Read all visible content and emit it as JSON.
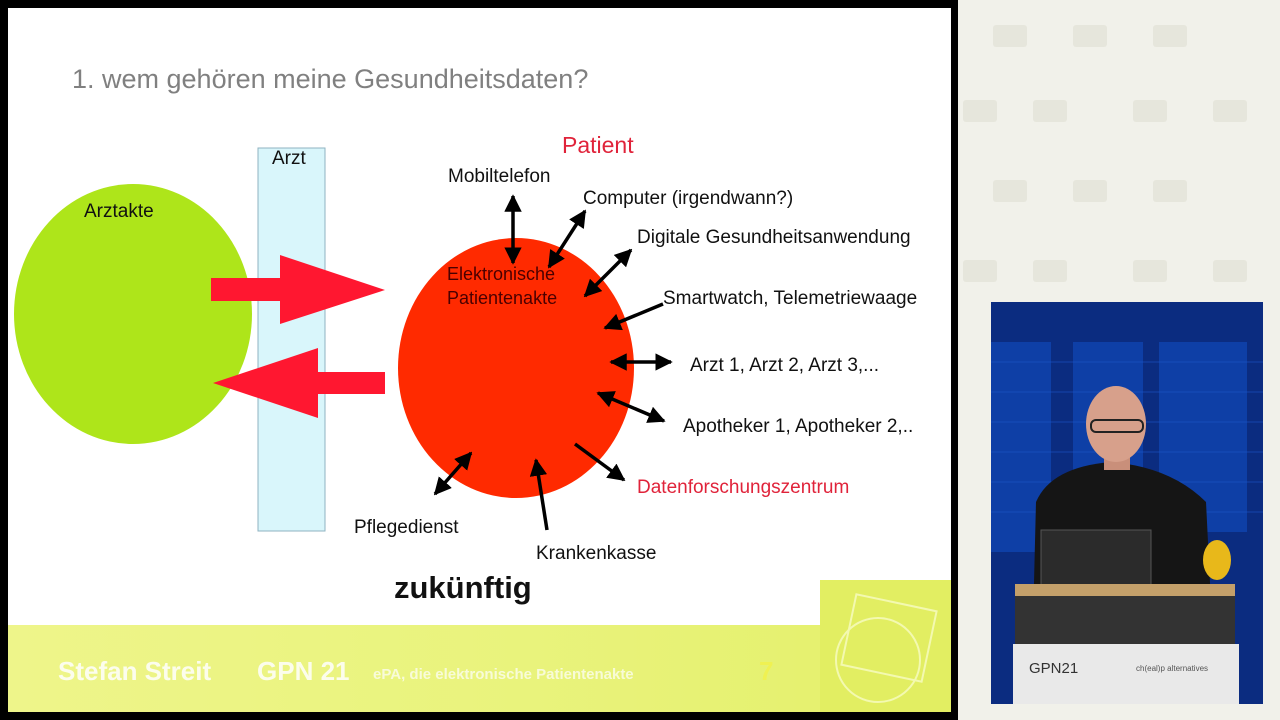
{
  "slide": {
    "title": "1. wem gehören meine Gesundheitsdaten?",
    "emphasis": "zukünftig",
    "footer": {
      "author": "Stefan Streit",
      "event": "GPN 21",
      "subtitle": "ePA, die elektronische Patientenakte",
      "page_number": "7"
    }
  },
  "diagram": {
    "left_circle_label": "Arztakte",
    "middle_bar_label": "Arzt",
    "right_circle_label_line1": "Elektronische",
    "right_circle_label_line2": "Patientenakte",
    "heading": "Patient",
    "connections": {
      "mobile": "Mobiltelefon",
      "computer": "Computer (irgendwann?)",
      "digital_app": "Digitale Gesundheitsanwendung",
      "smartwatch": "Smartwatch, Telemetriewaage",
      "doctors": "Arzt 1, Arzt 2, Arzt 3,...",
      "pharmacists": "Apotheker 1, Apotheker 2,..",
      "research": "Datenforschungszentrum",
      "insurance": "Krankenkasse",
      "care": "Pflegedienst"
    },
    "colors": {
      "left_circle": "#aee51a",
      "right_circle": "#ff2a00",
      "bar": "#d9f6fb",
      "red_arrow": "#ff1730",
      "heading": "#e0233a"
    }
  },
  "camera": {
    "podium_label": "GPN21",
    "podium_sublabel": "ch(eal)p alternatives"
  }
}
